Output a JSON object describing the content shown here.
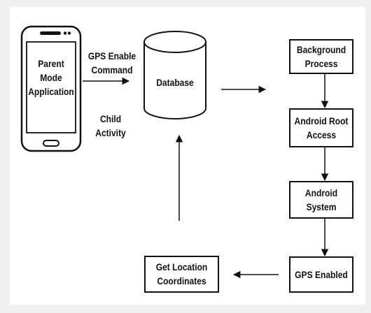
{
  "phone": {
    "label": "Parent\nMode\nApplication"
  },
  "edge_labels": {
    "gps_enable": "GPS Enable\nCommand",
    "child_activity": "Child\nActivity"
  },
  "database": {
    "label": "Database"
  },
  "process_boxes": {
    "background": "Background\nProcess",
    "root_access": "Android Root\nAccess",
    "system": "Android\nSystem",
    "gps_enabled": "GPS Enabled",
    "location": "Get Location\nCoordinates"
  },
  "colors": {
    "stroke": "#111111",
    "panel": "#ffffff",
    "backdrop": "#f0f0f0"
  }
}
